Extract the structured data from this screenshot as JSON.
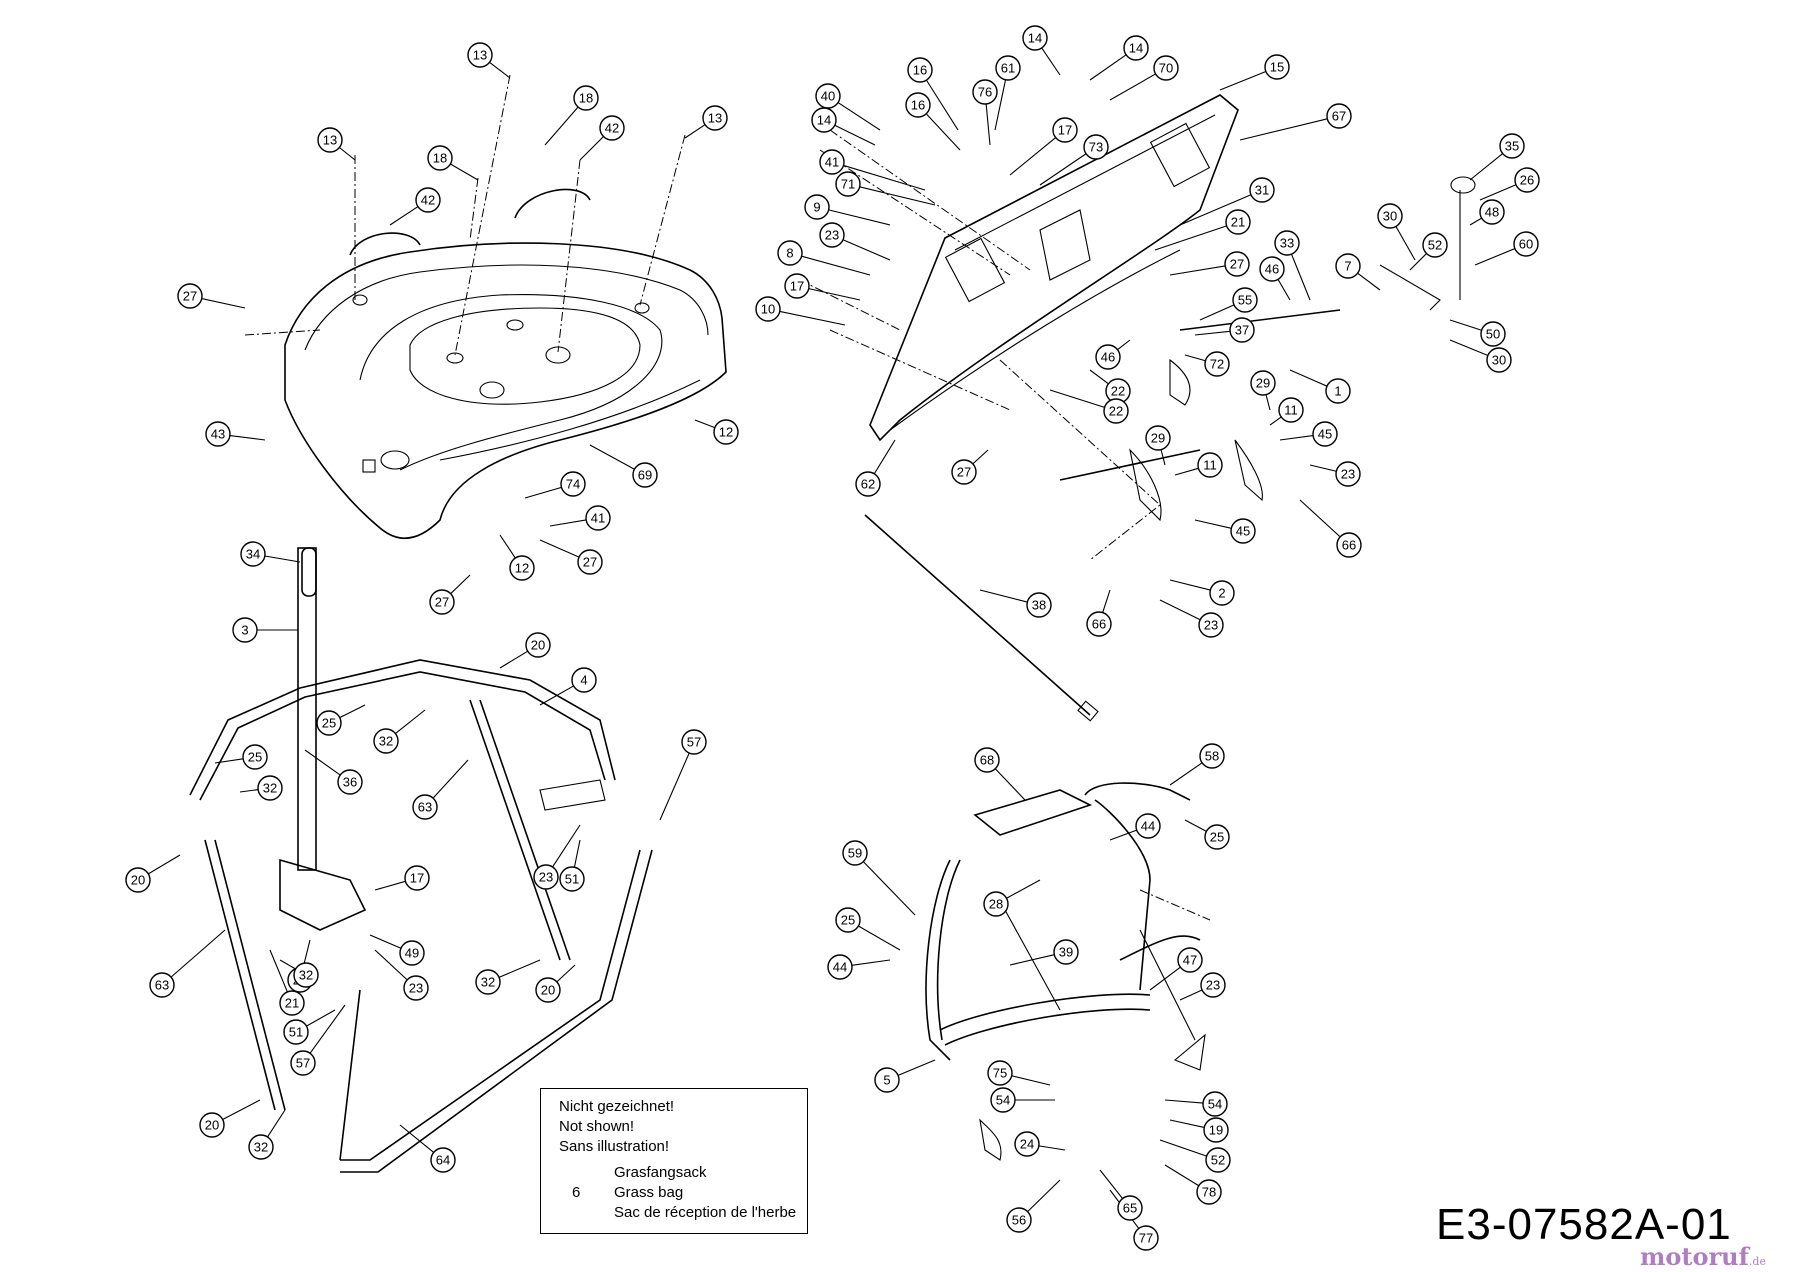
{
  "labels": [
    "1",
    "2",
    "3",
    "4",
    "5",
    "7",
    "8",
    "9",
    "10",
    "11",
    "12",
    "13",
    "14",
    "15",
    "16",
    "17",
    "18",
    "19",
    "20",
    "21",
    "22",
    "23",
    "24",
    "25",
    "26",
    "27",
    "28",
    "29",
    "30",
    "31",
    "32",
    "33",
    "34",
    "35",
    "36",
    "37",
    "38",
    "39",
    "40",
    "41",
    "42",
    "43",
    "44",
    "45",
    "46",
    "47",
    "48",
    "49",
    "50",
    "51",
    "52",
    "54",
    "55",
    "56",
    "57",
    "58",
    "59",
    "60",
    "61",
    "62",
    "63",
    "64",
    "65",
    "66",
    "67",
    "68",
    "69",
    "70",
    "71",
    "72",
    "73",
    "74",
    "75",
    "76",
    "77",
    "78"
  ],
  "callouts": [
    {
      "n": "13"
    },
    {
      "n": "18"
    },
    {
      "n": "42"
    },
    {
      "n": "13"
    },
    {
      "n": "13"
    },
    {
      "n": "18"
    },
    {
      "n": "42"
    },
    {
      "n": "27"
    },
    {
      "n": "43"
    },
    {
      "n": "12"
    },
    {
      "n": "69"
    },
    {
      "n": "74"
    },
    {
      "n": "41"
    },
    {
      "n": "27"
    },
    {
      "n": "12"
    },
    {
      "n": "27"
    },
    {
      "n": "34"
    },
    {
      "n": "3"
    },
    {
      "n": "20"
    },
    {
      "n": "4"
    },
    {
      "n": "25"
    },
    {
      "n": "32"
    },
    {
      "n": "25"
    },
    {
      "n": "32"
    },
    {
      "n": "36"
    },
    {
      "n": "63"
    },
    {
      "n": "57"
    },
    {
      "n": "20"
    },
    {
      "n": "17"
    },
    {
      "n": "49"
    },
    {
      "n": "23"
    },
    {
      "n": "51"
    },
    {
      "n": "32"
    },
    {
      "n": "20"
    },
    {
      "n": "23"
    },
    {
      "n": "63"
    },
    {
      "n": "21"
    },
    {
      "n": "32"
    },
    {
      "n": "51"
    },
    {
      "n": "23"
    },
    {
      "n": "57"
    },
    {
      "n": "20"
    },
    {
      "n": "32"
    },
    {
      "n": "64"
    },
    {
      "n": "14"
    },
    {
      "n": "14"
    },
    {
      "n": "70"
    },
    {
      "n": "15"
    },
    {
      "n": "16"
    },
    {
      "n": "61"
    },
    {
      "n": "76"
    },
    {
      "n": "16"
    },
    {
      "n": "40"
    },
    {
      "n": "14"
    },
    {
      "n": "17"
    },
    {
      "n": "73"
    },
    {
      "n": "67"
    },
    {
      "n": "41"
    },
    {
      "n": "71"
    },
    {
      "n": "31"
    },
    {
      "n": "9"
    },
    {
      "n": "21"
    },
    {
      "n": "23"
    },
    {
      "n": "8"
    },
    {
      "n": "27"
    },
    {
      "n": "17"
    },
    {
      "n": "10"
    },
    {
      "n": "55"
    },
    {
      "n": "37"
    },
    {
      "n": "46"
    },
    {
      "n": "72"
    },
    {
      "n": "22"
    },
    {
      "n": "22"
    },
    {
      "n": "62"
    },
    {
      "n": "27"
    },
    {
      "n": "35"
    },
    {
      "n": "26"
    },
    {
      "n": "48"
    },
    {
      "n": "30"
    },
    {
      "n": "60"
    },
    {
      "n": "52"
    },
    {
      "n": "7"
    },
    {
      "n": "33"
    },
    {
      "n": "46"
    },
    {
      "n": "50"
    },
    {
      "n": "30"
    },
    {
      "n": "1"
    },
    {
      "n": "29"
    },
    {
      "n": "11"
    },
    {
      "n": "45"
    },
    {
      "n": "29"
    },
    {
      "n": "11"
    },
    {
      "n": "23"
    },
    {
      "n": "66"
    },
    {
      "n": "45"
    },
    {
      "n": "2"
    },
    {
      "n": "23"
    },
    {
      "n": "66"
    },
    {
      "n": "38"
    },
    {
      "n": "68"
    },
    {
      "n": "58"
    },
    {
      "n": "44"
    },
    {
      "n": "25"
    },
    {
      "n": "59"
    },
    {
      "n": "28"
    },
    {
      "n": "25"
    },
    {
      "n": "44"
    },
    {
      "n": "39"
    },
    {
      "n": "47"
    },
    {
      "n": "23"
    },
    {
      "n": "5"
    },
    {
      "n": "75"
    },
    {
      "n": "54"
    },
    {
      "n": "54"
    },
    {
      "n": "19"
    },
    {
      "n": "52"
    },
    {
      "n": "24"
    },
    {
      "n": "78"
    },
    {
      "n": "65"
    },
    {
      "n": "56"
    },
    {
      "n": "77"
    }
  ],
  "note": {
    "heading": [
      "Nicht gezeichnet!",
      "Not shown!",
      "Sans illustration!"
    ],
    "item_number": "6",
    "item_names": [
      "Grasfangsack",
      "Grass bag",
      "Sac de réception de l'herbe"
    ]
  },
  "drawing_id": "E3-07582A-01",
  "watermark": {
    "main": "motoruf",
    "suffix": ".de"
  }
}
